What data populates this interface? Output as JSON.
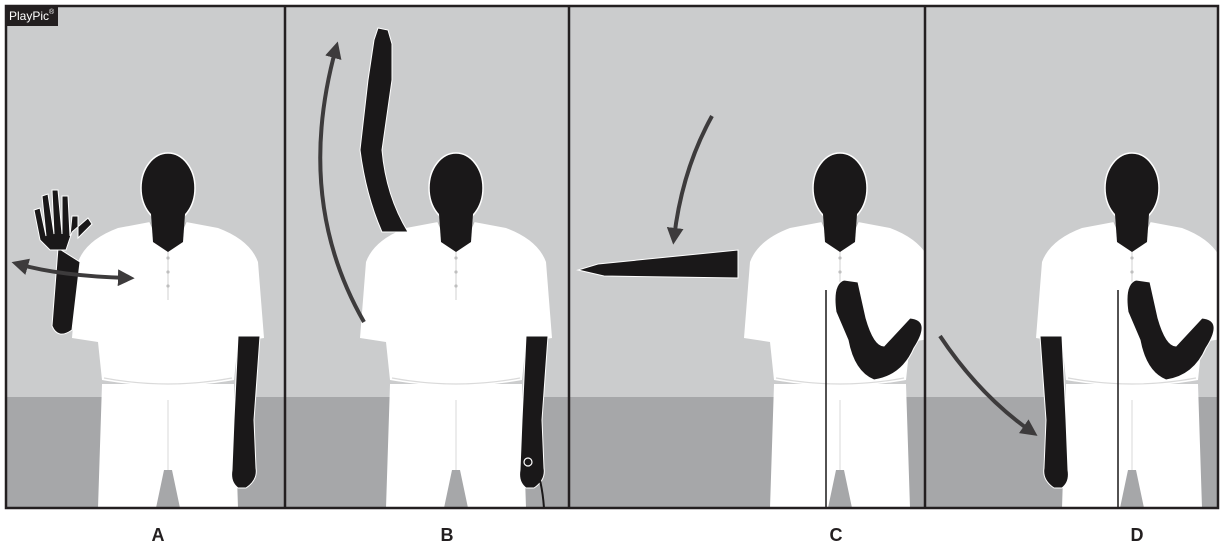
{
  "brand": {
    "name": "PlayPic",
    "mark": "®"
  },
  "panels": [
    {
      "label": "A"
    },
    {
      "label": "B"
    },
    {
      "label": "C"
    },
    {
      "label": "D"
    }
  ],
  "colors": {
    "wall": "#cbcccd",
    "floor": "#a6a7a9",
    "border": "#231f20",
    "figure": "#1a1819",
    "shirt": "#ffffff",
    "arrow": "#3d3b3c"
  }
}
